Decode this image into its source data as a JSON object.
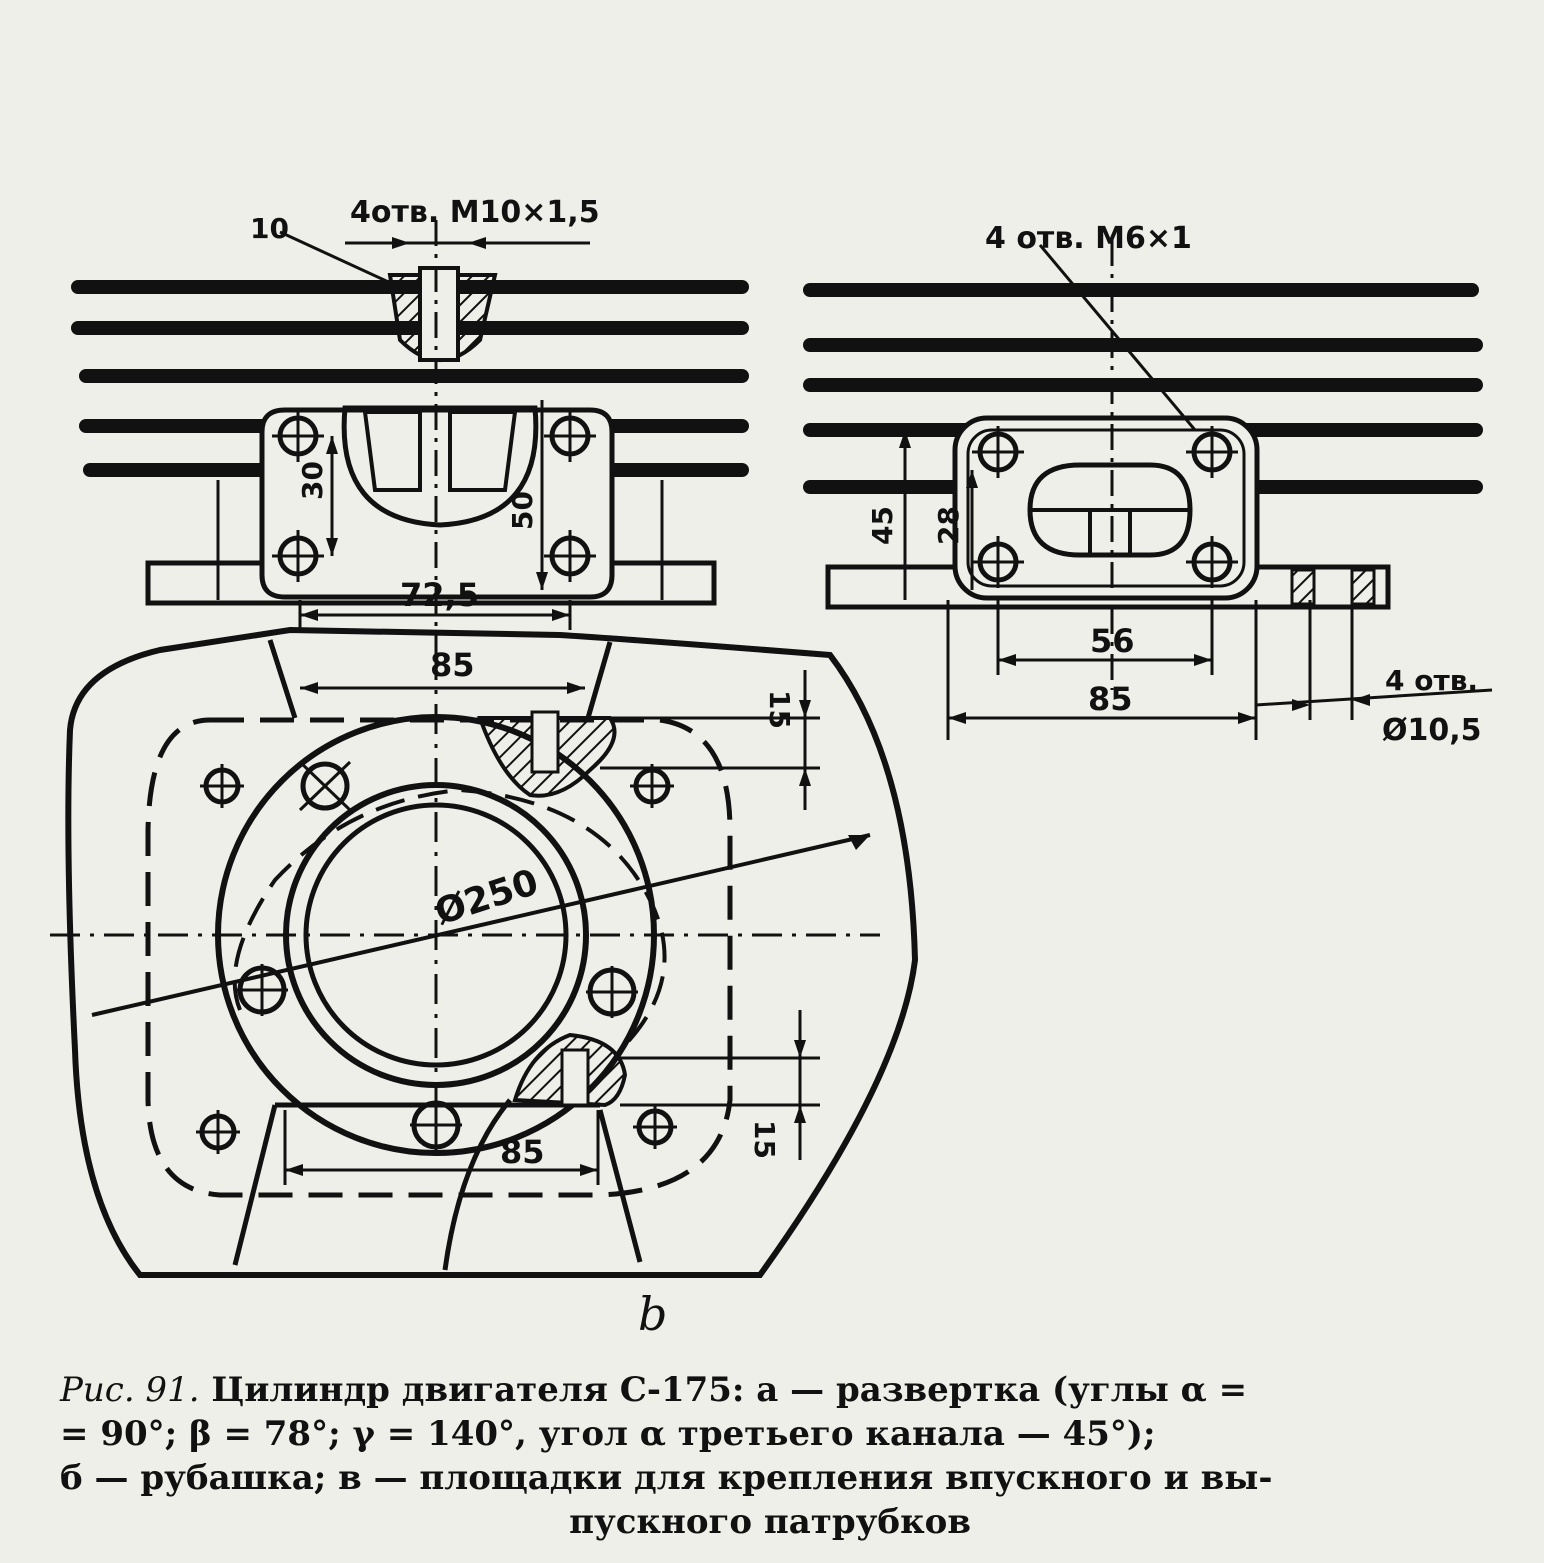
{
  "labels": {
    "top_callout": "4отв. М10×1,5",
    "top_ref": "10",
    "right_callout": "4 отв. М6×1",
    "dim_30": "30",
    "dim_50": "50",
    "dim_72_5": "72,5",
    "dim_45": "45",
    "dim_28": "28",
    "dim_56": "56",
    "dim_85_right": "85",
    "holes_note_1": "4 отв.",
    "holes_note_2": "Ø10,5",
    "dim_85_top": "85",
    "dim_85_bottom": "85",
    "dim_15_top": "15",
    "dim_15_bottom": "15",
    "diameter": "Ø250",
    "view_letter": "b"
  },
  "caption": {
    "fig_label": "Рис. 91.",
    "line1": "Цилиндр двигателя С-175: а — развертка (углы α =",
    "line2": "= 90°; β = 78°; γ = 140°, угол α третьего канала — 45°);",
    "line3": "б — рубашка; в — площадки для крепления впускного и вы-",
    "line4": "пускного патрубков"
  },
  "colors": {
    "ink": "#111111",
    "paper": "#efefe9"
  }
}
